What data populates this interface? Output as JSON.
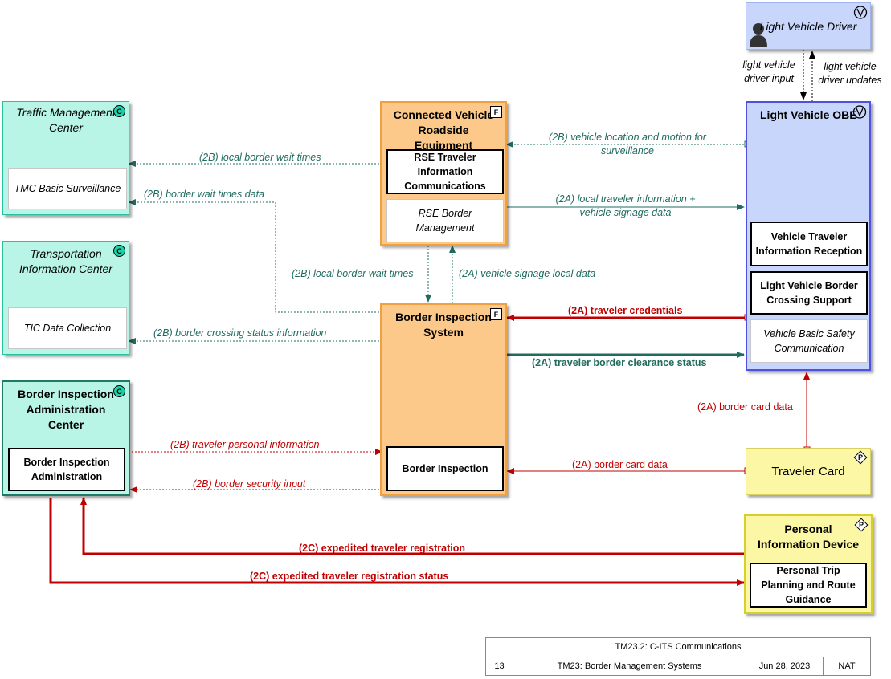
{
  "nodes": {
    "tmc": {
      "title": "Traffic Management Center",
      "badge": "C",
      "sub": "TMC Basic Surveillance"
    },
    "tic": {
      "title": "Transportation Information Center",
      "badge": "C",
      "sub": "TIC Data Collection"
    },
    "biac": {
      "title": "Border Inspection Administration Center",
      "badge": "C",
      "sub": "Border Inspection Administration"
    },
    "cvre": {
      "title": "Connected Vehicle Roadside Equipment",
      "badge": "F",
      "sub1": "RSE Traveler Information Communications",
      "sub2": "RSE Border Management"
    },
    "bis": {
      "title": "Border Inspection System",
      "badge": "F",
      "sub": "Border Inspection"
    },
    "driver": {
      "title": "Light Vehicle Driver",
      "badge": "V"
    },
    "obe": {
      "title": "Light Vehicle OBE",
      "badge": "V",
      "sub1": "Vehicle Traveler Information Reception",
      "sub2": "Light Vehicle Border Crossing Support",
      "sub3": "Vehicle Basic Safety Communication"
    },
    "card": {
      "title": "Traveler Card",
      "badge": "P"
    },
    "pid": {
      "title": "Personal Information Device",
      "badge": "P",
      "sub": "Personal Trip Planning and Route Guidance"
    }
  },
  "flows": {
    "driver_input": "light vehicle driver input",
    "driver_updates": "light vehicle driver updates",
    "veh_loc": "(2B) vehicle location and motion for surveillance",
    "local_wait_tmc": "(2B) local border wait times",
    "wait_data": "(2B) border wait times data",
    "local_traveler_info": "(2A) local traveler information + vehicle signage data",
    "local_wait_bis": "(2B) local border wait times",
    "signage_local": "(2A) vehicle signage local data",
    "credentials": "(2A) traveler credentials",
    "crossing_status": "(2B) border crossing status information",
    "clearance": "(2A) traveler border clearance status",
    "card_data_obe": "(2A) border card data",
    "personal_info": "(2B) traveler personal information",
    "card_data_bis": "(2A) border card data",
    "security_input": "(2B) border security input",
    "exp_reg": "(2C) expedited traveler registration",
    "exp_reg_status": "(2C) expedited traveler registration status"
  },
  "footer": {
    "title": "TM23.2: C-ITS Communications",
    "number": "13",
    "name": "TM23: Border Management Systems",
    "date": "Jun 28, 2023",
    "author": "NAT"
  },
  "colors": {
    "center_fill": "#b8f5e6",
    "field_fill": "#fcc98a",
    "vehicle_fill": "#c9d6fb",
    "personal_fill": "#fbf7a4",
    "teal_flow": "#1e6b60",
    "red_flow": "#c00000"
  }
}
